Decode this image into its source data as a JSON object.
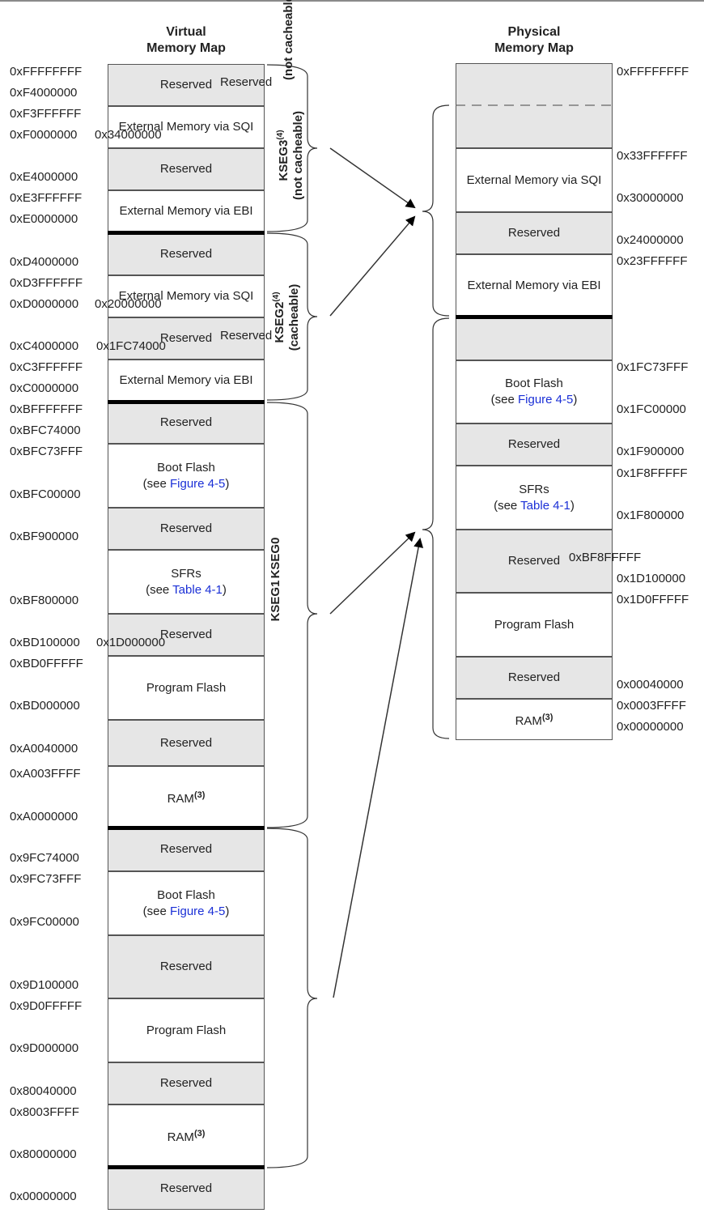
{
  "virtual": {
    "title_line1": "Virtual",
    "title_line2": "Memory Map",
    "blocks": [
      {
        "label": "Reserved"
      },
      {
        "label": "External Memory via SQI"
      },
      {
        "label": "Reserved"
      },
      {
        "label": "External Memory via EBI"
      },
      {
        "label": "Reserved"
      },
      {
        "label": "External Memory via SQI"
      },
      {
        "label": "Reserved"
      },
      {
        "label": "External Memory via EBI"
      },
      {
        "label": "Reserved"
      },
      {
        "line1": "Boot Flash",
        "pre": "(see ",
        "link": "Figure 4-5",
        "post": ")"
      },
      {
        "label": "Reserved"
      },
      {
        "line1": "SFRs",
        "pre": "(see ",
        "link": "Table 4-1",
        "post": ")"
      },
      {
        "label": "Reserved"
      },
      {
        "label": "Program Flash"
      },
      {
        "label": "Reserved"
      },
      {
        "label": "RAM",
        "sup": "(3)"
      },
      {
        "label": "Reserved"
      },
      {
        "line1": "Boot Flash",
        "pre": "(see ",
        "link": "Figure 4-5",
        "post": ")"
      },
      {
        "label": "Reserved"
      },
      {
        "label": "Program Flash"
      },
      {
        "label": "Reserved"
      },
      {
        "label": "RAM",
        "sup": "(3)"
      },
      {
        "label": "Reserved"
      }
    ],
    "addresses": [
      "0xFFFFFFFF",
      "0xF4000000",
      "0xF3FFFFFF",
      "0xF0000000",
      "0xE4000000",
      "0xE3FFFFFF",
      "0xE0000000",
      "0xD4000000",
      "0xD3FFFFFF",
      "0xD0000000",
      "0xC4000000",
      "0xC3FFFFFF",
      "0xC0000000",
      "0xBFFFFFFF",
      "0xBFC74000",
      "0xBFC73FFF",
      "0xBFC00000",
      "0xBF900000",
      "0xBF800000",
      "0xBD100000",
      "0xBD0FFFFF",
      "0xBD000000",
      "0xA0040000",
      "0xA003FFFF",
      "0xA0000000",
      "0x9FC74000",
      "0x9FC73FFF",
      "0x9FC00000",
      "0x9D100000",
      "0x9D0FFFFF",
      "0x9D000000",
      "0x80040000",
      "0x8003FFFF",
      "0x80000000",
      "0x00000000"
    ],
    "overlay_texts": [
      "Reserved",
      "0x34000000",
      "0x20000000",
      "Reserved",
      "0x1FC74000",
      "0x1D000000"
    ]
  },
  "segments": {
    "kseg3": {
      "line1": "KSEG3",
      "sup": "(4)",
      "line2": "(not cacheable)",
      "overlay": "(not cacheable)"
    },
    "kseg2": {
      "line1": "KSEG2",
      "sup": "(4)",
      "line2": "(cacheable)"
    },
    "kseg1": "KSEG1",
    "kseg0": "KSEG0"
  },
  "physical": {
    "title_line1": "Physical",
    "title_line2": "Memory Map",
    "blocks": [
      {
        "label": ""
      },
      {
        "label": ""
      },
      {
        "label": "External Memory via SQI"
      },
      {
        "label": "Reserved"
      },
      {
        "label": "External Memory via EBI"
      },
      {
        "label": ""
      },
      {
        "line1": "Boot Flash",
        "pre": "(see ",
        "link": "Figure 4-5",
        "post": ")"
      },
      {
        "label": "Reserved"
      },
      {
        "line1": "SFRs",
        "pre": "(see ",
        "link": "Table 4-1",
        "post": ")"
      },
      {
        "label": "Reserved"
      },
      {
        "label": "Program Flash"
      },
      {
        "label": "Reserved"
      },
      {
        "label": "RAM",
        "sup": "(3)"
      }
    ],
    "addresses": [
      "0xFFFFFFFF",
      "0x33FFFFFF",
      "0x30000000",
      "0x24000000",
      "0x23FFFFFF",
      "0x1FC73FFF",
      "0x1FC00000",
      "0x1F900000",
      "0x1F8FFFFF",
      "0x1F800000",
      "0x1D100000",
      "0x1D0FFFFF",
      "0x00040000",
      "0x0003FFFF",
      "0x00000000"
    ],
    "overlay_texts": [
      "0xBF8FFFFF"
    ]
  }
}
